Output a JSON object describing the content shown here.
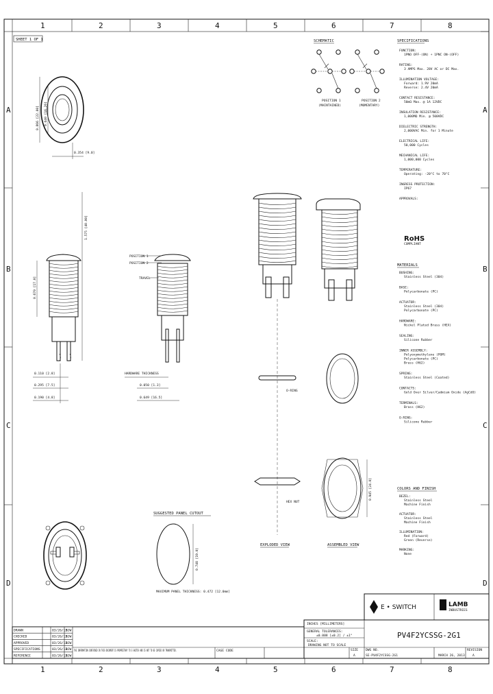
{
  "grid": {
    "columns": [
      "1",
      "2",
      "3",
      "4",
      "5",
      "6",
      "7",
      "8"
    ],
    "rows": [
      "A",
      "B",
      "C",
      "D"
    ]
  },
  "sheet_label": "SHEET 1 OF 1",
  "schematic": {
    "title": "SCHEMATIC",
    "position1": [
      "POSITION 1",
      "(MAINTAINED)"
    ],
    "position2": [
      "POSITION 2",
      "(MOMENTARY)"
    ]
  },
  "specifications": {
    "title": "SPECIFICATIONS",
    "items": [
      {
        "label": "FUNCTION:",
        "lines": [
          "1PNO OFF-(ON) + 1PNC ON-(OFF)"
        ]
      },
      {
        "label": "RATING:",
        "lines": [
          "3 AMPS Max. 28V AC or DC Max."
        ]
      },
      {
        "label": "ILLUMINATION VOLTAGE:",
        "lines": [
          "Forward: 1.9V 20mA",
          "Reverse: 2.4V 20mA"
        ]
      },
      {
        "label": "CONTACT RESISTANCE:",
        "lines": [
          "50mΩ Max. @ 1A 12VDC"
        ]
      },
      {
        "label": "INSULATION RESISTANCE:",
        "lines": [
          "1,000MΩ Min. @ 500VDC"
        ]
      },
      {
        "label": "DIELECTRIC STRENGTH:",
        "lines": [
          "2,000VAC Min. for 1 Minute"
        ]
      },
      {
        "label": "ELECTRICAL LIFE:",
        "lines": [
          "50,000 Cycles"
        ]
      },
      {
        "label": "MECHANICAL LIFE:",
        "lines": [
          "1,000,000 Cycles"
        ]
      },
      {
        "label": "TEMPERATURE:",
        "lines": [
          "Operating: -20°C to 70°C"
        ]
      },
      {
        "label": "INGRESS PROTECTION:",
        "lines": [
          "IP67"
        ]
      },
      {
        "label": "APPROVALS:",
        "lines": []
      }
    ],
    "rohs": "RoHS",
    "rohs_sub": "COMPLIANT"
  },
  "materials": {
    "title": "MATERIALS",
    "items": [
      {
        "label": "BUSHING:",
        "lines": [
          "Stainless Steel (304)"
        ]
      },
      {
        "label": "BASE:",
        "lines": [
          "Polycarbonate (PC)"
        ]
      },
      {
        "label": "ACTUATOR:",
        "lines": [
          "Stainless Steel (304)",
          "Polycarbonate (PC)"
        ]
      },
      {
        "label": "HARDWARE:",
        "lines": [
          "Nickel Plated Brass (HEX)"
        ]
      },
      {
        "label": "SEALING:",
        "lines": [
          "Silicone Rubber"
        ]
      },
      {
        "label": "INNER ASSEMBLY:",
        "lines": [
          "Polyoxymethylene (POM)",
          "Polycarbonate (PC)",
          "Brass (H62)"
        ]
      },
      {
        "label": "SPRING:",
        "lines": [
          "Stainless Steel (Coated)"
        ]
      },
      {
        "label": "CONTACTS:",
        "lines": [
          "Gold Over Silver/Cadmium Oxide (AgCdO)"
        ]
      },
      {
        "label": "TERMINALS:",
        "lines": [
          "Brass (H62)"
        ]
      },
      {
        "label": "O-RING:",
        "lines": [
          "Silicone Rubber"
        ]
      }
    ]
  },
  "colors_finish": {
    "title": "COLORS AND FINISH",
    "items": [
      {
        "label": "BEZEL:",
        "lines": [
          "Stainless Steel",
          "Machine Finish"
        ]
      },
      {
        "label": "ACTUATOR:",
        "lines": [
          "Stainless Steel",
          "Machine Finish"
        ]
      },
      {
        "label": "ILLUMINATION:",
        "lines": [
          "Red (Forward)",
          "Green (Reverse)"
        ]
      },
      {
        "label": "MARKING:",
        "lines": [
          "None"
        ]
      }
    ]
  },
  "dimensions": {
    "front_od": "0.866 [22.00]",
    "front_id": "0.640 [16.26]",
    "front_side": "0.354 [9.0]",
    "side_height": "1.575 [40.00]",
    "thread_len": "0.670 [17.0]",
    "pin_a": "0.110 [2.8]",
    "pin_b": "0.295 [7.5]",
    "pin_c": "0.190 [4.8]",
    "pin_d": "0.050 [1.3]",
    "pin_e": "0.649 [16.5]",
    "hardware": "HARDWARE THICKNESS",
    "pos1": "POSITION 1",
    "pos2": "POSITION 2",
    "travel": "TRAVEL",
    "cutout_dim": "0.748 [19.0]",
    "hex_dim": "0.945 [24.0]"
  },
  "labels": {
    "o_ring": "O-RING",
    "hex_nut": "HEX NUT",
    "exploded": "EXPLODED VIEW",
    "assembled": "ASSEMBLED VIEW",
    "panel_cutout": "SUGGESTED PANEL CUTOUT",
    "panel_thickness": "MAXIMUM PANEL THICKNESS: 0.472 [12.0mm]"
  },
  "title_block": {
    "brand": "E • SWITCH",
    "partner": "LAMB",
    "partner_sub": "INDUSTRIES",
    "part_number": "PV4F2YCSSG-2G1",
    "dims_in": "INCHES [MILLIMETERS]",
    "tolerances_label": "GENERAL TOLERANCES:",
    "tolerances": "±0.008 [±0.2] / ±1°",
    "scale_label": "SCALE:",
    "scale": "DRAWING NOT TO SCALE",
    "dwg_label": "DWG NO.",
    "dwg": "SE-PV4F2YCSSG-2G1",
    "date": "MARCH 26, 2013",
    "rev": "A",
    "size_label": "SIZE",
    "size": "A",
    "rev_label": "REVISION",
    "cage_label": "CAGE CODE",
    "notice": "THE INFORMATION CONTAINED IN THIS DOCUMENT IS PROPRIETARY TO E-SWITCH AND IS NOT TO BE COPIED OR TRANSMITTED.",
    "rows": [
      {
        "role": "DRAWN",
        "date": "03/26/13",
        "by": "BJW"
      },
      {
        "role": "CHECKED",
        "date": "03/26/13",
        "by": "BJW"
      },
      {
        "role": "APPROVED",
        "date": "03/26/13",
        "by": "BJW"
      },
      {
        "role": "SPECIFICATIONS",
        "date": "03/26/13",
        "by": "BJW"
      },
      {
        "role": "REFERENCE",
        "date": "03/26/13",
        "by": "BJW"
      }
    ]
  }
}
